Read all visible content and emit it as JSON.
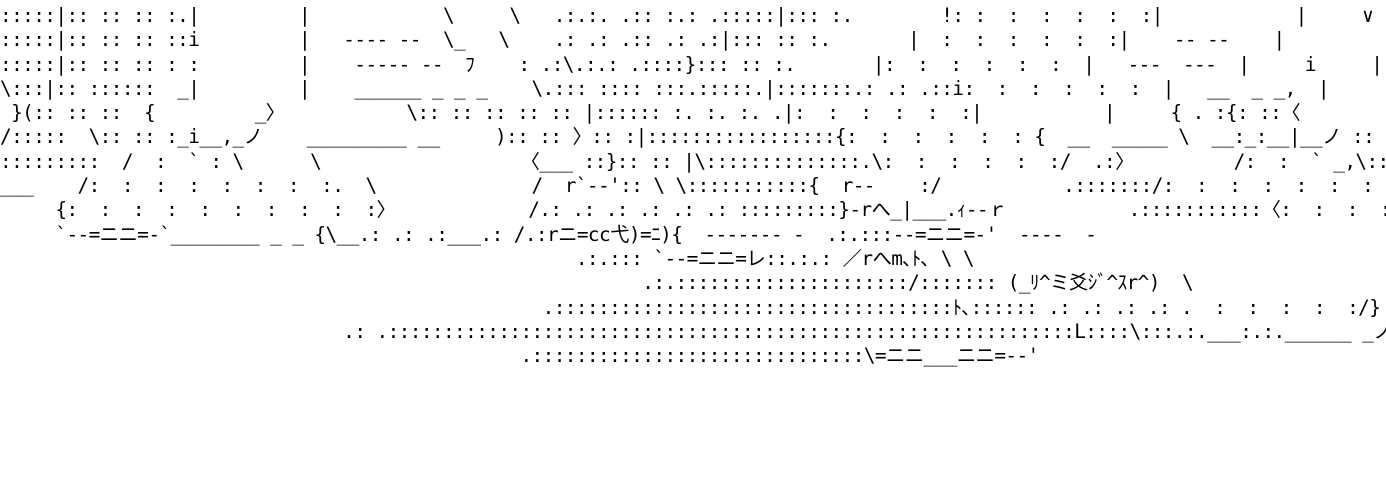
{
  "art": {
    "lines": [
      ":::::|:: :: :: :.|         |            \\     \\   .:.:. .:: :.: .:::::|::: :.        !: :  :  :  :  :  :|            |     ∨     | :: :: :: :: :: ::/",
      ":::::|:: :: :: ::i         |   ---- --  \\_   \\    .: .: .:: .: .:|::: :: :.       |  :  :  :  :  :  :|    -- --    |           | :: :: :: ::  /",
      ":::::|:: :: :: : :         |    ----- --  ﾌ    : .:\\.:.: .::::}::: :: :.       |:  :  :  :  :  :  |   ---  ---  |     i     |:: :: ::  /",
      "\\:::|:: ::::::  _|         |    ______ _ _ _    \\.::: :::: :::.:::::.|:::::::.: .: .::i:  :  :  :  :  :  |   __  _ _,  |     |  . :|:: :: r'",
      " }(:: :: ::  {         _〉           \\:: :: :: :: :: |:::::: :. :. :. .|:  :  :  :  :  :|           |     { . :{: ::〈",
      "/:::::  \\:: :: :_i__,_ノ    _________ __     ):: :: 〉:: :|:::::::::::::::::{:  :  :  :  :  : {  __  _____ \\  __:_:__|__ノ :: ::  \\",
      ":::::::::  /  :  ` : \\      \\                  〈___ ::}:: :: |\\::::::::::::::.\\:  :  :  :  :  :/  .:〉         /:  :  ` _,\\:: :: :: :: ::〉",
      "___    /:  :  :  :  :  :  :  :.  \\              /  r`--':: \\ \\:::::::::::{  r--    :/           .:::::::/:  :  :  :  :  :  :  :  \\",
      "     {:  :  :  :  :  :  :  :  :  :〉            /.: .: .: .: .: .: :::::::::}-rへ_|___.ｨ--ｒ           .:::::::::::〈:  :  :  :  :  :  :  :  :  :}",
      "     `--=ニニ=-`________ _ _ {\\__.: .: .:___.: /.:rニ=cc弋)=ﾆ){  ------- -  .:.:::--=ニニ=-'  ----  -",
      "                                                    .:.::: `--=ニニ=レ::.:.: ／rへm､ﾄ､ \\ \\",
      "                                                          .:.:::::::::::::::::::::/::::::: (_ﾘ^ミ爻ｼﾞ^ｽr^)  \\",
      "                                                 .::::::::::::::::::::::::::::::::::::ﾄ､:::::: .: .: .: .: .  :  :  :  :  :/}",
      "                               .: .::::::::::::::::::::::::::::::::::::::::::::::::::::::::::::::L::::\\:::.:.___:.:.______ _ノ  |",
      "                                               .::::::::::::::::::::::::::::::\\=ニニ___ニニ=--'"
    ]
  }
}
